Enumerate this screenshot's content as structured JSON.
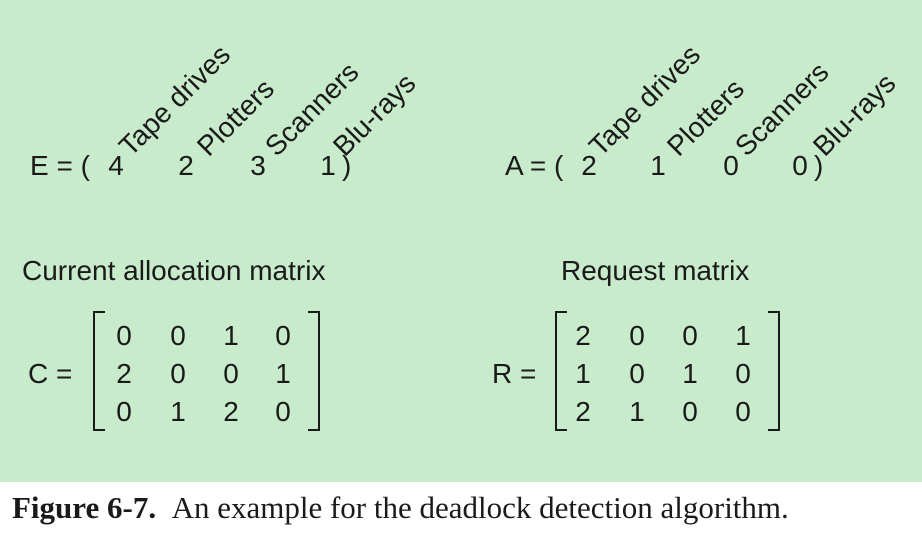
{
  "resources": [
    "Tape drives",
    "Plotters",
    "Scanners",
    "Blu-rays"
  ],
  "existing": {
    "label": "E = (",
    "close": ")",
    "values": [
      "4",
      "2",
      "3",
      "1"
    ]
  },
  "available": {
    "label": "A = (",
    "close": ")",
    "values": [
      "2",
      "1",
      "0",
      "0"
    ]
  },
  "current_allocation": {
    "title": "Current allocation matrix",
    "label": "C =",
    "rows": [
      [
        "0",
        "0",
        "1",
        "0"
      ],
      [
        "2",
        "0",
        "0",
        "1"
      ],
      [
        "0",
        "1",
        "2",
        "0"
      ]
    ]
  },
  "request": {
    "title": "Request matrix",
    "label": "R =",
    "rows": [
      [
        "2",
        "0",
        "0",
        "1"
      ],
      [
        "1",
        "0",
        "1",
        "0"
      ],
      [
        "2",
        "1",
        "0",
        "0"
      ]
    ]
  },
  "caption": {
    "figure": "Figure 6-7.",
    "text": "An example for the deadlock detection algorithm."
  }
}
